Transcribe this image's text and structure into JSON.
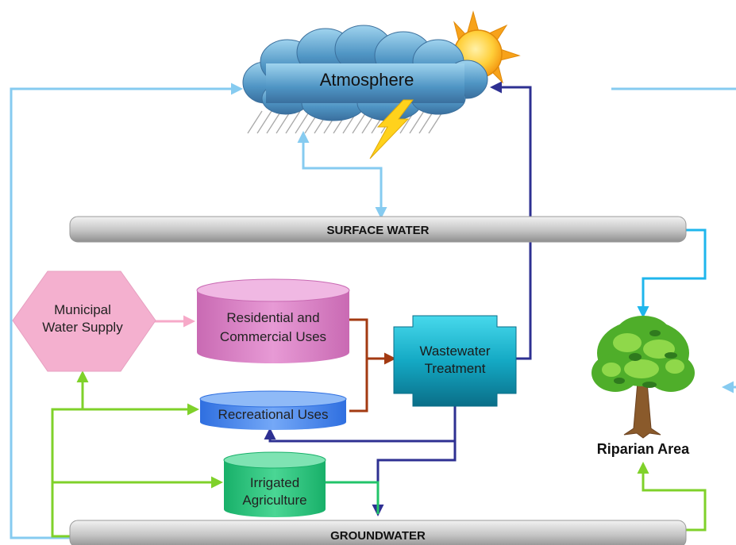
{
  "nodes": {
    "atmosphere": "Atmosphere",
    "surface_water": "SURFACE WATER",
    "groundwater": "GROUNDWATER",
    "municipal_line1": "Municipal",
    "municipal_line2": "Water Supply",
    "residential_line1": "Residential and",
    "residential_line2": "Commercial Uses",
    "recreational": "Recreational Uses",
    "wastewater_line1": "Wastewater",
    "wastewater_line2": "Treatment",
    "irrigated_line1": "Irrigated",
    "irrigated_line2": "Agriculture",
    "riparian": "Riparian Area"
  },
  "colors": {
    "light_blue_flow": "#86cbf0",
    "cyan_flow": "#1fb6ec",
    "navy_flow": "#2e3092",
    "green_flow": "#7fd12a",
    "brown_flow": "#a33a12",
    "pink_flow": "#f6a9c8",
    "municipal_fill": "#f4b0cf",
    "residential_fill": "#dd86c8",
    "recreational_fill": "#5a90f0",
    "wastewater_fill": "#14a9c4",
    "irrigated_fill": "#3ecf88",
    "bar_fill": "#bfbfbf"
  }
}
